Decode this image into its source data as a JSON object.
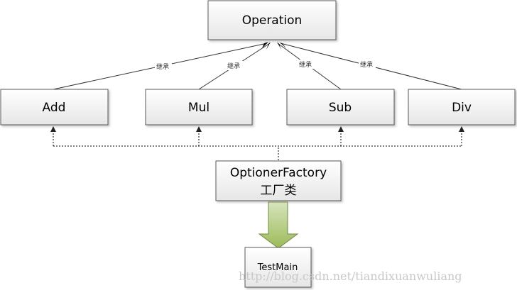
{
  "nodes": {
    "operation": "Operation",
    "add": "Add",
    "mul": "Mul",
    "sub": "Sub",
    "div": "Div",
    "factory_line1": "OptionerFactory",
    "factory_line2": "工厂类",
    "testmain": "TestMain"
  },
  "edge_labels": {
    "add": "继承",
    "mul": "继承",
    "sub": "继承",
    "div": "继承"
  },
  "watermark": "http://blog.csdn.net/tiandixuanwuliang",
  "colors": {
    "box_fill_top": "#ffffff",
    "box_fill_bottom": "#e6e6e6",
    "box_border": "#5a5a5a",
    "arrow_fill_top": "#d7e4bd",
    "arrow_fill_bottom": "#9bbb59",
    "arrow_border": "#71893f"
  }
}
